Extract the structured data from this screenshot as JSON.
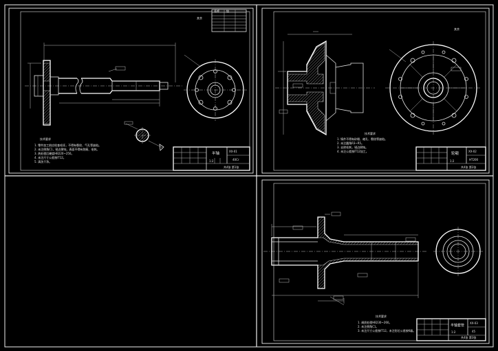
{
  "sheets": [
    {
      "id": "top-left",
      "heading": "技术要求",
      "notes": [
        "1. 零件加工前应检查毛坯，不得有裂纹、气孔等缺陷。",
        "2. 未注倒角C1，锐边倒钝，表面不得有划痕、毛刺。",
        "3. 热处理后硬度HB220~250。",
        "4. 未注尺寸公差按IT12。",
        "5. 清洗干净。"
      ],
      "title_block": {
        "name": "半轴",
        "code": "XX-01",
        "material": "40Cr",
        "scale": "1:2",
        "sheet": "共4张 第1张"
      },
      "corner_mark": "其余",
      "roughness_table": [
        "名称",
        "值",
        "",
        "",
        "",
        "",
        ""
      ]
    },
    {
      "id": "top-right",
      "heading": "技术要求",
      "notes": [
        "1. 铸件不得有砂眼、缩孔、裂纹等缺陷。",
        "2. 未注圆角R3~R5。",
        "3. 去除毛刺，锐边倒钝。",
        "4. 未注公差按IT12加工。"
      ],
      "title_block": {
        "name": "轮毂",
        "code": "XX-02",
        "material": "HT200",
        "scale": "1:2",
        "sheet": "共4张 第2张"
      },
      "corner_mark": "其余"
    },
    {
      "id": "bottom-right",
      "heading": "技术要求",
      "notes": [
        "1. 调质处理HB230~260。",
        "2. 未注倒角C1。",
        "3. 未注尺寸公差按IT12，未注形位公差按K级。"
      ],
      "title_block": {
        "name": "半轴套管",
        "code": "XX-03",
        "material": "45",
        "scale": "1:2",
        "sheet": "共4张 第3张"
      }
    }
  ]
}
